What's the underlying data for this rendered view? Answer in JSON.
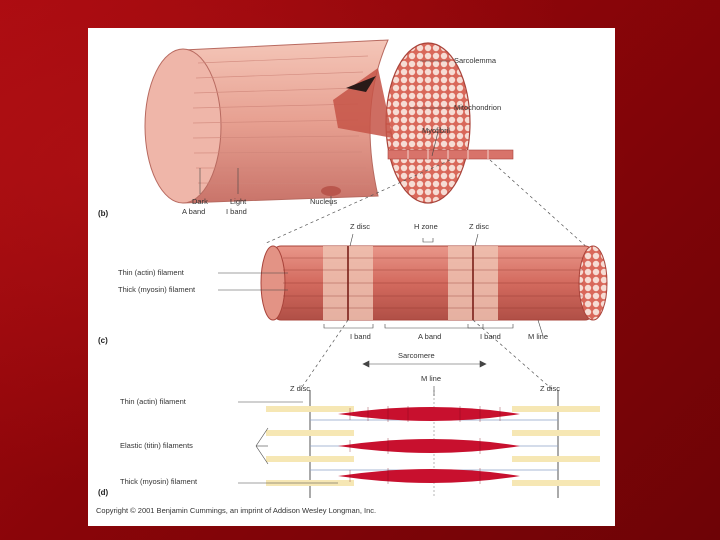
{
  "panels": {
    "b": {
      "letter": "(b)",
      "labels": {
        "sarcolemma": "Sarcolemma",
        "mitochondrion": "Mitochondrion",
        "myofibril": "Myofibril",
        "dark": "Dark",
        "a_band": "A band",
        "light": "Light",
        "i_band": "I band",
        "nucleus": "Nucleus"
      }
    },
    "c": {
      "letter": "(c)",
      "labels": {
        "z_disc_left": "Z disc",
        "h_zone": "H zone",
        "z_disc_right": "Z disc",
        "thin_filament": "Thin (actin) filament",
        "thick_filament": "Thick (myosin) filament",
        "i_band_left": "I band",
        "a_band": "A band",
        "i_band_right": "I band",
        "m_line": "M line",
        "sarcomere": "Sarcomere"
      }
    },
    "d": {
      "letter": "(d)",
      "labels": {
        "m_line": "M line",
        "z_disc_left": "Z disc",
        "z_disc_right": "Z disc",
        "thin_filament": "Thin (actin) filament",
        "elastic_filaments": "Elastic (titin) filaments",
        "thick_filament": "Thick (myosin) filament"
      }
    }
  },
  "copyright": "Copyright © 2001 Benjamin Cummings, an imprint of Addison Wesley Longman, Inc.",
  "colors": {
    "slide_background": "#8a0509",
    "panel_background": "#ffffff",
    "muscle_light": "#e9a79a",
    "muscle_dark": "#c9675c",
    "myosin": "#c8102e",
    "actin_band": "#f6e7b4"
  }
}
